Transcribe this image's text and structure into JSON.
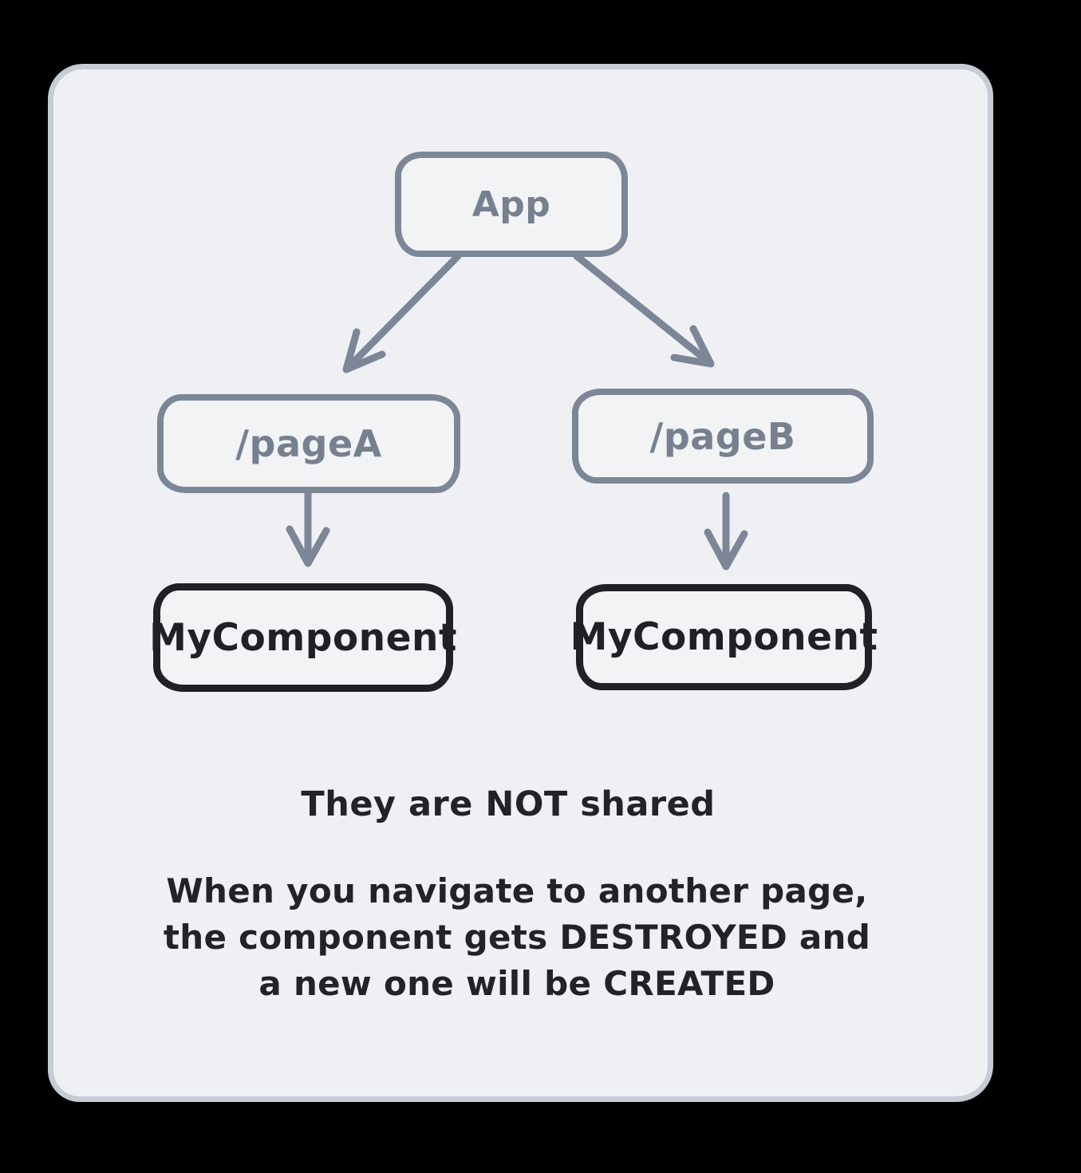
{
  "page": {
    "background_color": "#000000"
  },
  "card": {
    "background_color": "#eef0f3",
    "border_color": "#c6ccd5"
  },
  "colors": {
    "connector_gray": "#7c8696",
    "node_gray_text": "#76808f",
    "node_dark_stroke": "#202124",
    "text_black": "#212327"
  },
  "nodes": {
    "app": {
      "label": "App"
    },
    "page_a": {
      "label": "/pageA"
    },
    "page_b": {
      "label": "/pageB"
    },
    "component_a": {
      "label": "MyComponent"
    },
    "component_b": {
      "label": "MyComponent"
    }
  },
  "edges": [
    {
      "from": "app",
      "to": "page_a"
    },
    {
      "from": "app",
      "to": "page_b"
    },
    {
      "from": "page_a",
      "to": "component_a"
    },
    {
      "from": "page_b",
      "to": "component_b"
    }
  ],
  "notes": {
    "headline": "They are NOT shared",
    "body_lines": [
      "When you navigate to another page,",
      "the component gets DESTROYED and",
      "a new one will be CREATED"
    ]
  }
}
